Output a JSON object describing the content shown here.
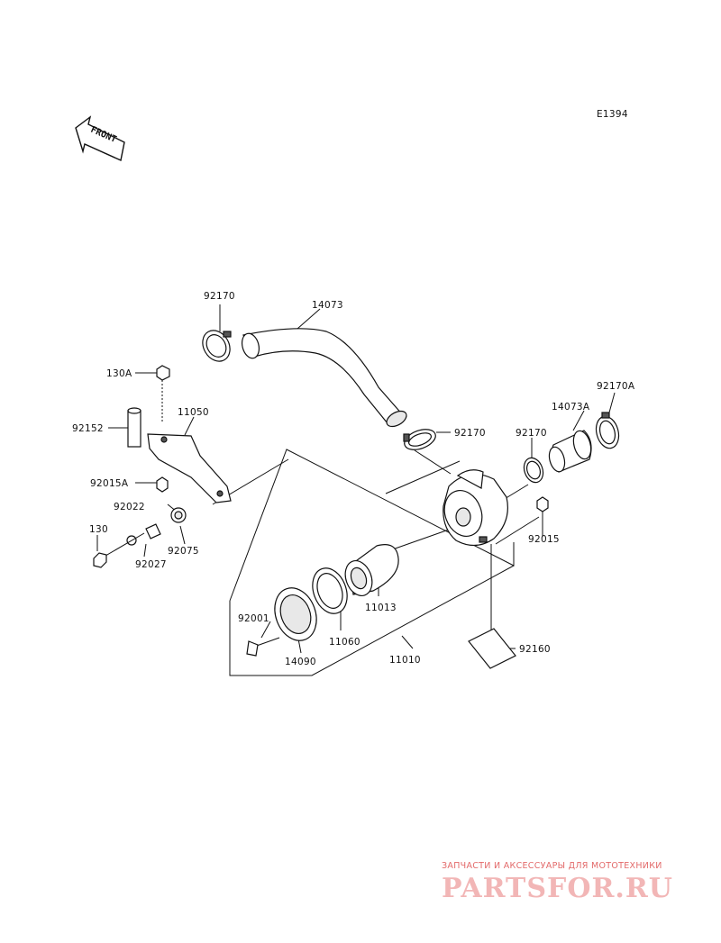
{
  "diagram_code": "E1394",
  "front_marker": "FRONT",
  "labels": {
    "p92170_top": "92170",
    "p14073": "14073",
    "p130A": "130A",
    "p92152": "92152",
    "p11050": "11050",
    "p92015A": "92015A",
    "p92022": "92022",
    "p130": "130",
    "p92027": "92027",
    "p92075": "92075",
    "p92170_mid": "92170",
    "p92170_right": "92170",
    "p14073A": "14073A",
    "p92170A": "92170A",
    "p92015": "92015",
    "p11013": "11013",
    "p11060": "11060",
    "p11010": "11010",
    "p92001": "92001",
    "p14090": "14090",
    "p92160": "92160"
  },
  "watermark": {
    "tagline": "ЗАПЧАСТИ И АКСЕССУАРЫ ДЛЯ МОТОТЕХНИКИ",
    "logo": "PARTSFOR.RU"
  },
  "colors": {
    "line": "#111111",
    "watermark_text": "#e36a6a",
    "watermark_logo": "#f2b6b6"
  }
}
